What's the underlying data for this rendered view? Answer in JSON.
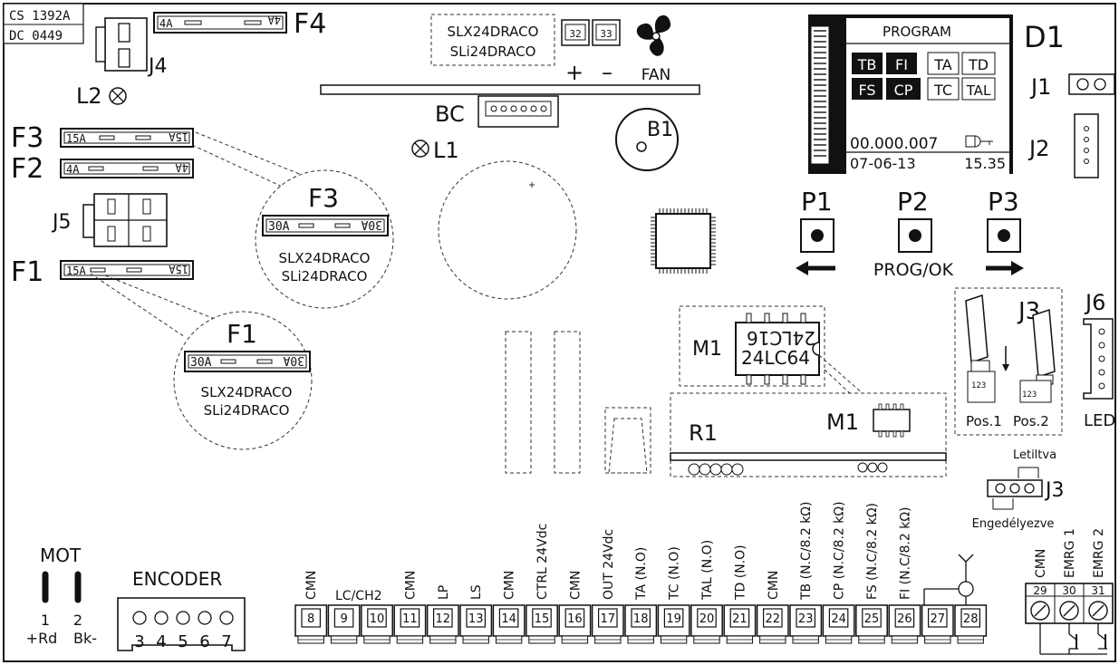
{
  "certs": [
    "CS 1392A",
    "DC 0449"
  ],
  "fuses": {
    "f4": {
      "name": "F4",
      "left": "4A",
      "right": "4A"
    },
    "f3": {
      "name": "F3",
      "left": "15A",
      "right": "15A"
    },
    "f2": {
      "name": "F2",
      "left": "4A",
      "right": "4A"
    },
    "f1": {
      "name": "F1",
      "left": "15A",
      "right": "15A"
    }
  },
  "callout_f3": {
    "name": "F3",
    "left": "30A",
    "right": "30A",
    "models": [
      "SLX24DRACO",
      "SLi24DRACO"
    ]
  },
  "callout_f1": {
    "name": "F1",
    "left": "30A",
    "right": "30A",
    "models": [
      "SLX24DRACO",
      "SLi24DRACO"
    ]
  },
  "labels": {
    "j4": "J4",
    "j5": "J5",
    "l1": "L1",
    "l2": "L2",
    "bc": "BC",
    "b1": "B1",
    "d1": "D1",
    "j1": "J1",
    "j2": "J2",
    "j3": "J3",
    "j6": "J6",
    "led": "LED",
    "r1": "R1",
    "m1": "M1",
    "fan": "FAN",
    "plus": "+",
    "minus": "–"
  },
  "fan_block": {
    "models": [
      "SLX24DRACO",
      "SLi24DRACO"
    ],
    "terminals": [
      "32",
      "33"
    ]
  },
  "display": {
    "title": "PROGRAM",
    "row1": [
      "TB",
      "FI",
      "TA",
      "TD"
    ],
    "row2": [
      "FS",
      "CP",
      "TC",
      "TAL"
    ],
    "counter": "00.000.007",
    "date": "07-06-13",
    "time": "15.35"
  },
  "buttons": [
    {
      "id": "P1",
      "caption": ""
    },
    {
      "id": "P2",
      "caption": "PROG/OK"
    },
    {
      "id": "P3",
      "caption": ""
    }
  ],
  "eeprom": {
    "top": "24LC16",
    "bottom": "24LC64"
  },
  "jumper_j3": {
    "positions": [
      "Pos.1",
      "Pos.2"
    ],
    "pin_text": "123"
  },
  "j3_lower": {
    "top": "Letiltva",
    "bottom": "Engedélyezve",
    "name": "J3"
  },
  "motor": {
    "title": "MOT",
    "pins": [
      "1",
      "2"
    ],
    "wires": [
      "+Rd",
      "Bk-"
    ]
  },
  "encoder": {
    "title": "ENCODER",
    "pins": [
      "3",
      "4",
      "5",
      "6",
      "7"
    ]
  },
  "terminals": [
    {
      "n": "8",
      "label": "CMN"
    },
    {
      "n": "9",
      "label": ""
    },
    {
      "n": "10",
      "label": ""
    },
    {
      "n": "11",
      "label": "CMN"
    },
    {
      "n": "12",
      "label": "LP"
    },
    {
      "n": "13",
      "label": "LS"
    },
    {
      "n": "14",
      "label": "CMN"
    },
    {
      "n": "15",
      "label": "CTRL 24Vdc"
    },
    {
      "n": "16",
      "label": "CMN"
    },
    {
      "n": "17",
      "label": "OUT 24Vdc"
    },
    {
      "n": "18",
      "label": "TA (N.O)"
    },
    {
      "n": "19",
      "label": "TC (N.O)"
    },
    {
      "n": "20",
      "label": "TAL (N.O)"
    },
    {
      "n": "21",
      "label": "TD (N.O)"
    },
    {
      "n": "22",
      "label": "CMN"
    },
    {
      "n": "23",
      "label": "TB (N.C/8.2 kΩ)"
    },
    {
      "n": "24",
      "label": "CP (N.C/8.2 kΩ)"
    },
    {
      "n": "25",
      "label": "FS (N.C/8.2 kΩ)"
    },
    {
      "n": "26",
      "label": "FI (N.C/8.2 kΩ)"
    },
    {
      "n": "27",
      "label": ""
    },
    {
      "n": "28",
      "label": ""
    }
  ],
  "lc_label": "LC/CH2",
  "emergency": {
    "pins": [
      "29",
      "30",
      "31"
    ],
    "labels": [
      "CMN",
      "EMRG 1",
      "EMRG 2"
    ]
  }
}
